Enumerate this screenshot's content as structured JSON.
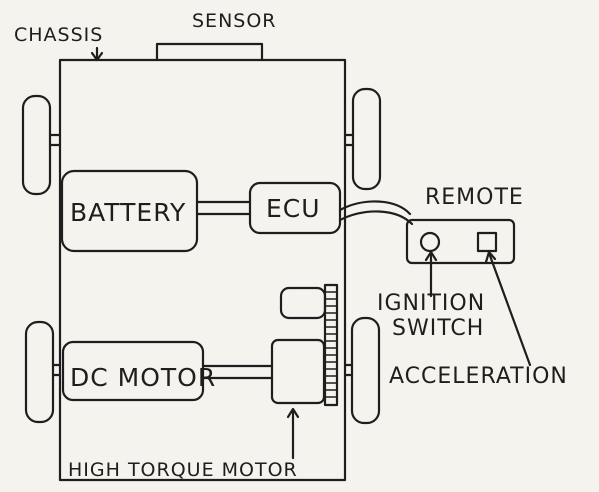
{
  "labels": {
    "chassis": "CHASSIS",
    "sensor": "SENSOR",
    "battery": "BATTERY",
    "ecu": "ECU",
    "remote": "REMOTE",
    "ignition_line1": "IGNITION",
    "ignition_line2": "SWITCH",
    "acceleration": "ACCELERATION",
    "dc_motor": "DC MOTOR",
    "high_torque_motor": "HIGH TORQUE MOTOR"
  },
  "colors": {
    "ink": "#1e1e1e",
    "paper": "#f5f3ee"
  }
}
